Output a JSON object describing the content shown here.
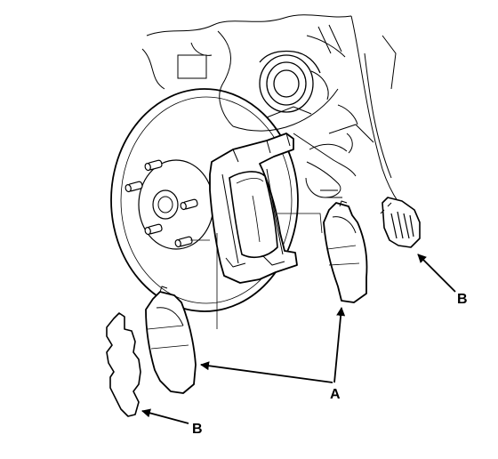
{
  "labels": {
    "a": "A",
    "b_right": "B",
    "b_left": "B"
  },
  "colors": {
    "line": "#000000",
    "background": "#ffffff"
  }
}
